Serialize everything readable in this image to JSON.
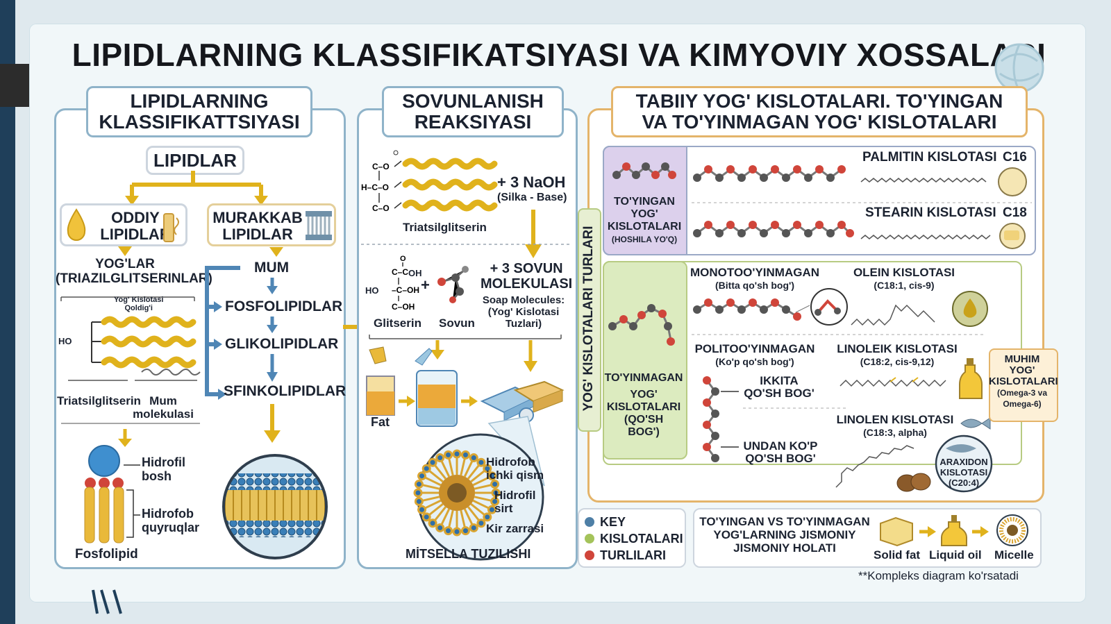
{
  "title": "LIPIDLARNING KLASSIFIKATSIYASI VA KIMYOVIY XOSSALARI",
  "panels": {
    "classification": {
      "title_line1": "LIPIDLARNING",
      "title_line2": "KLASSIFIKATTSIYASI",
      "root": "LIPIDLAR",
      "simple_line1": "ODDIY",
      "simple_line2": "LIPIDLAR",
      "complex_line1": "MURAKKAB",
      "complex_line2": "LIPIDLAR",
      "fats_line1": "YOG'LAR",
      "fats_line2": "(TRIAZILGLITSERINLAR)",
      "residue_label_1": "Yog' Kislotasi",
      "residue_label_2": "Qoldig'i",
      "ho_label": "HO",
      "tag_label": "Triatsilglitserin",
      "wax_label_1": "Mum",
      "wax_label_2": "molekulasi",
      "hydrophilic_1": "Hidrofil",
      "hydrophilic_2": "bosh",
      "hydrophobic_1": "Hidrofob",
      "hydrophobic_2": "quyruqlar",
      "phospholipid": "Fosfolipid",
      "complex_items": [
        "MUM",
        "FOSFOLIPIDLAR",
        "GLIKOLIPIDLAR",
        "SFINKOLIPIDLAR"
      ]
    },
    "saponification": {
      "title_line1": "SOVUNLANISH",
      "title_line2": "REAKSIYASI",
      "naoh": "+ 3 NaOH",
      "base": "(Silka - Base)",
      "tag_label": "Triatsilglitserin",
      "soap_line1": "+ 3 SOVUN",
      "soap_line2": "MOLEKULASI",
      "soap_en_line1": "Soap Molecules:",
      "soap_en_line2": "(Yog' Kislotasi",
      "soap_en_line3": "Tuzlari)",
      "glycerol": "Glitserin",
      "soap": "Sovun",
      "fat": "Fat",
      "hydrophobic_1": "Hidrofob",
      "hydrophobic_2": "ichki qism",
      "hydrophilic_1": "Hidrofil",
      "hydrophilic_2": "sirt",
      "dirt": "Kir zarrasi",
      "micelle_caption": "MİTSELLA TUZILISHI",
      "oh_label": "OH",
      "ho_label": "HO"
    },
    "fatty_acids": {
      "title_line1": "TABIIY YOG' KISLOTALARI. TO'YINGAN",
      "title_line2": "VA TO'YINMAGAN YOG' KISLOTALARI",
      "vertical_label": "YOG' KISLOTALARI TURLARI",
      "saturated_line1": "TO'YINGAN",
      "saturated_line2": "YOG'",
      "saturated_line3": "KISLOTALARI",
      "saturated_line4": "(HOSHILA YO'Q)",
      "palmitic": "PALMITIN KISLOTASI",
      "palmitic_c": "C16",
      "stearic": "STEARIN KISLOTASI",
      "stearic_c": "C18",
      "unsat_line1": "TO'YINMAGAN",
      "unsat_line2": "YOG'",
      "unsat_line3": "KISLOTALARI",
      "unsat_line4": "(QO'SH",
      "unsat_line5": "BOG')",
      "mono_line1": "MONOTOO'YINMAGAN",
      "mono_line2": "(Bitta qo'sh bog')",
      "oleic_line1": "OLEIN KISLOTASI",
      "oleic_line2": "(C18:1, cis-9)",
      "poly_line1": "POLITOO'YINMAGAN",
      "poly_line2": "(Ko'p qo'sh bog')",
      "two_double_1": "IKKITA",
      "two_double_2": "QO'SH BOG'",
      "more_double_1": "UNDAN KO'P",
      "more_double_2": "QO'SH BOG'",
      "linoleic_line1": "LINOLEIK KISLOTASI",
      "linoleic_line2": "(C18:2, cis-9,12)",
      "linolenic_line1": "LINOLEN KISLOTASI",
      "linolenic_line2": "(C18:3, alpha)",
      "arachidonic_1": "ARAXIDON",
      "arachidonic_2": "KISLOTASI",
      "arachidonic_3": "(C20:4)",
      "essential_1": "MUHIM",
      "essential_2": "YOG'",
      "essential_3": "KISLOTALARI",
      "essential_4": "(Omega-3 va",
      "essential_5": "Omega-6)"
    }
  },
  "legend": {
    "items": [
      {
        "label": "KEY",
        "color": "#4e7fa6"
      },
      {
        "label": "KISLOTALARI",
        "color": "#a4c35a"
      },
      {
        "label": "TURLILARI",
        "color": "#d0453a"
      }
    ]
  },
  "comparison": {
    "title_line1": "TO'YINGAN VS TO'YINMAGAN",
    "title_line2": "YOG'LARNING JISMONIY",
    "title_line3": "JISMONIY HOLATI",
    "solid": "Solid fat",
    "liquid": "Liquid oil",
    "micelle": "Micelle"
  },
  "footnote": "**Kompleks diagram ko'rsatadi",
  "colors": {
    "panel_border_blue": "#8fb3c9",
    "panel_border_orange": "#e4b46a",
    "arrow_yellow": "#e0b21c",
    "arrow_blue": "#4f86b5",
    "saturated_bg": "#dcd0ec",
    "unsaturated_bg": "#dcebbf"
  }
}
